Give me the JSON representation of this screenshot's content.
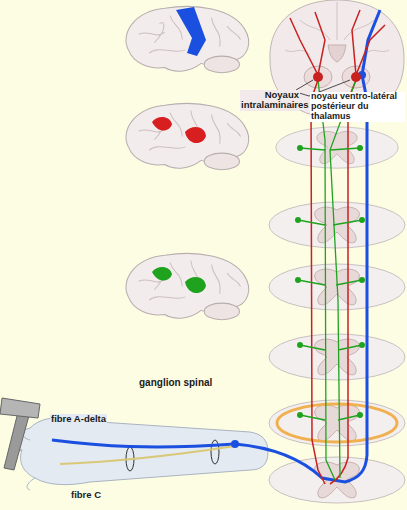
{
  "diagram": {
    "labels": [
      "Noyaux intralaminaires",
      "noyau ventro-latéral postérieur du thalamus",
      "ganglion spinal",
      "fibre A-delta",
      "fibre C"
    ]
  }
}
